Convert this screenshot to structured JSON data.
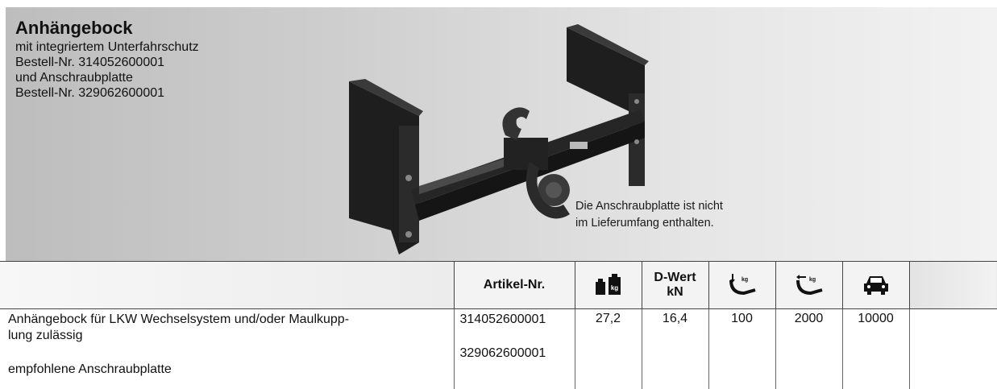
{
  "banner": {
    "title": "Anhängebock",
    "desc_lines": [
      "mit integriertem Unterfahrschutz",
      "Bestell-Nr. 314052600001",
      "und Anschraubplatte",
      "Bestell-Nr. 329062600001"
    ],
    "note_lines": [
      "Die Anschraubplatte ist nicht",
      "im Lieferumfang enthalten."
    ]
  },
  "table": {
    "headers": {
      "artikel": "Artikel-Nr.",
      "weight_icon": "weight-kg-icon",
      "dwert_line1": "D-Wert",
      "dwert_line2": "kN",
      "vertical_load_icon": "vertical-load-icon",
      "towing_load_icon": "towing-load-icon",
      "vehicle_icon": "car-icon"
    },
    "row": {
      "desc_line1": "Anhängebock für LKW Wechselsystem und/oder Maulkupp-",
      "desc_line2": "lung zulässig",
      "desc_line3": "empfohlene Anschraubplatte",
      "artikel1": "314052600001",
      "artikel2": "329062600001",
      "weight": "27,2",
      "dwert": "16,4",
      "stuetzlast": "100",
      "anhaengelast": "2000",
      "gesamt": "10000"
    }
  }
}
